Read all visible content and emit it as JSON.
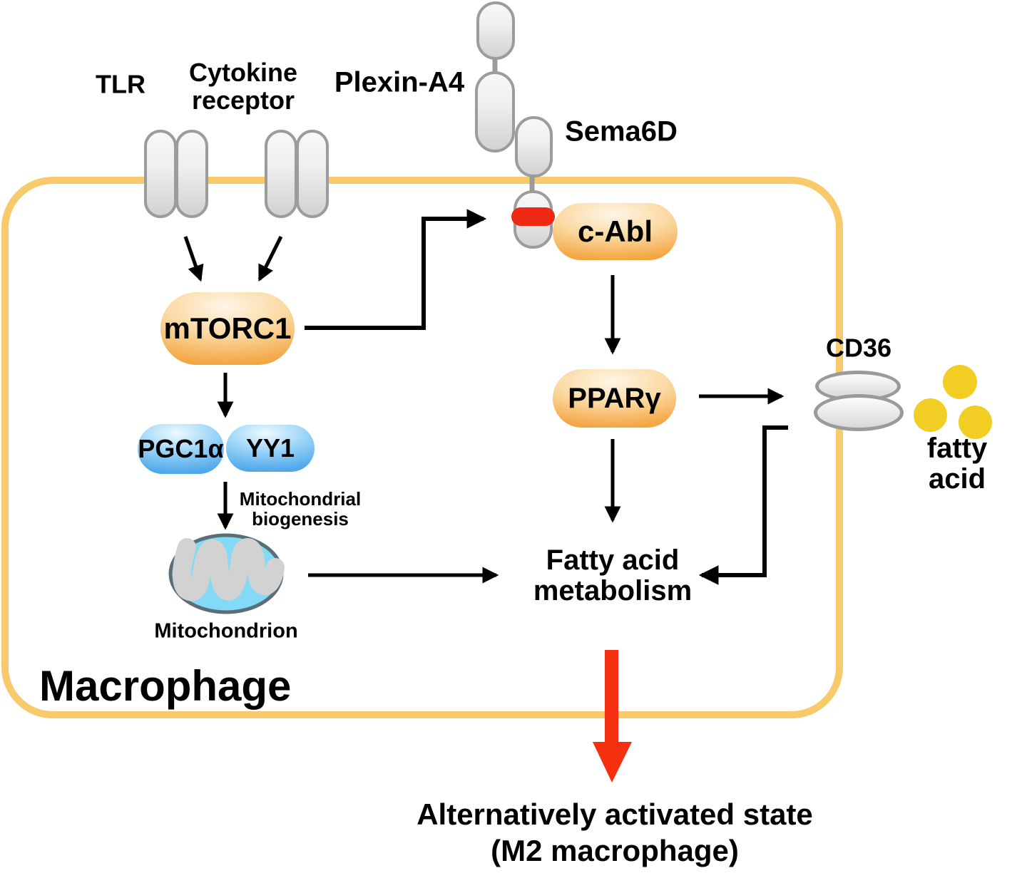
{
  "diagram": {
    "title_area": {
      "macrophage_label": "Macrophage",
      "outcome_label": "Alternatively activated state\n(M2 macrophage)"
    },
    "receptors": {
      "tlr_label": "TLR",
      "cytokine_receptor_label": "Cytokine\nreceptor",
      "plexin_label": "Plexin-A4",
      "sema6d_label": "Sema6D",
      "cd36_label": "CD36"
    },
    "nodes": {
      "mtorc1_label": "mTORC1",
      "cabl_label": "c-Abl",
      "pparg_label": "PPARγ",
      "pgc1a_label": "PGC1α",
      "yy1_label": "YY1"
    },
    "annotations": {
      "mito_biogenesis_label": "Mitochondrial\nbiogenesis",
      "mitochondrion_label": "Mitochondrion",
      "fatty_acid_metabolism_label": "Fatty acid\nmetabolism",
      "fatty_acid_label": "fatty acid"
    },
    "colors": {
      "membrane": "#F8CA6B",
      "node_orange_edge": "#F3A540",
      "node_blue_edge": "#4FA8EB",
      "sema_band_red": "#EE2813",
      "big_arrow_red": "#F43011",
      "fatty_acid_yellow": "#F2CE24",
      "mitochondrion_fill": "#82DAF7",
      "arrow_black": "#000000"
    }
  }
}
